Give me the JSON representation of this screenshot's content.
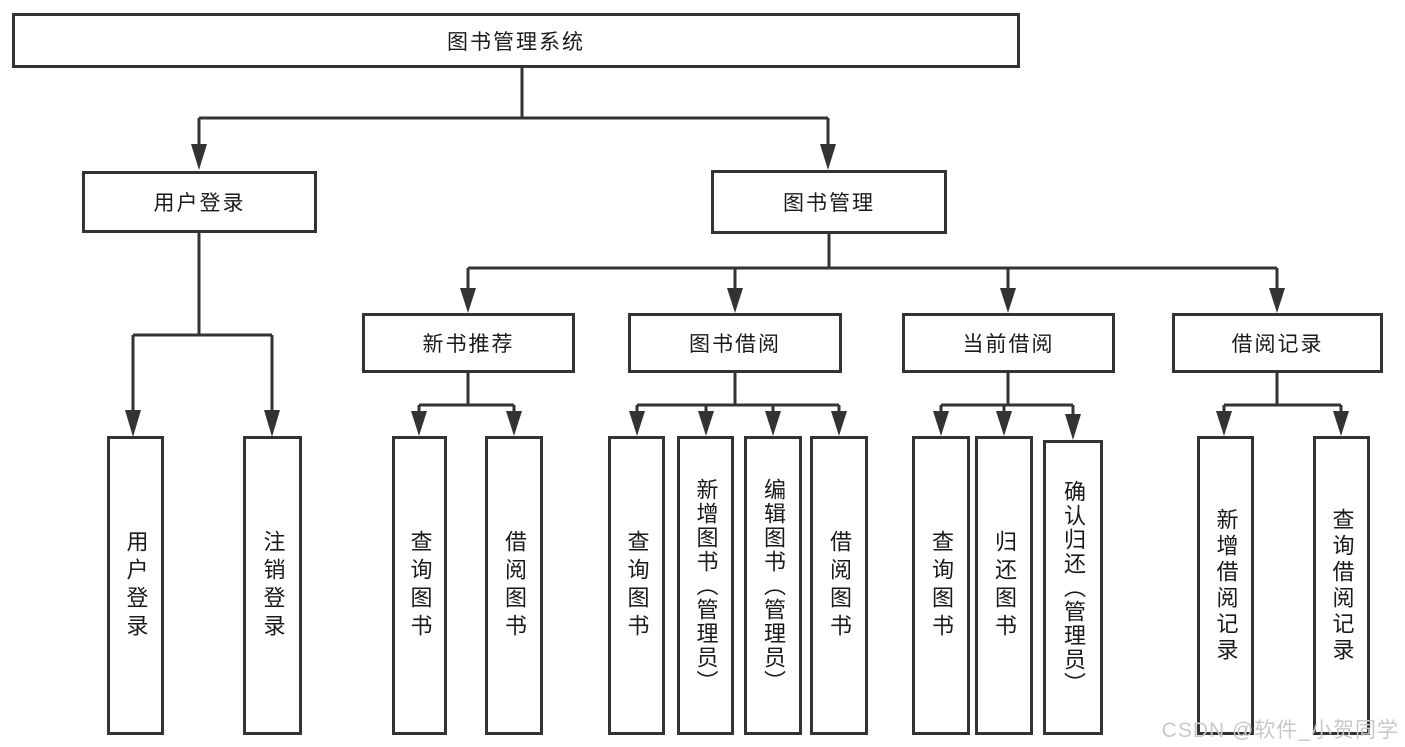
{
  "colors": {
    "line": "#333333",
    "box_border": "#333333",
    "text": "#1a1a1a",
    "background": "#ffffff",
    "watermark": "#c9c9c9"
  },
  "watermark": "CSDN @软件_小贺同学",
  "tree": {
    "root": {
      "label": "图书管理系统"
    },
    "branches": [
      {
        "label": "用户登录",
        "children": [
          {
            "label": "用户登录"
          },
          {
            "label": "注销登录"
          }
        ]
      },
      {
        "label": "图书管理",
        "children": [
          {
            "label": "新书推荐",
            "children": [
              {
                "label": "查询图书"
              },
              {
                "label": "借阅图书"
              }
            ]
          },
          {
            "label": "图书借阅",
            "children": [
              {
                "label": "查询图书"
              },
              {
                "label": "新增图书（管理员）"
              },
              {
                "label": "编辑图书（管理员）"
              },
              {
                "label": "借阅图书"
              }
            ]
          },
          {
            "label": "当前借阅",
            "children": [
              {
                "label": "查询图书"
              },
              {
                "label": "归还图书"
              },
              {
                "label": "确认归还（管理员）"
              }
            ]
          },
          {
            "label": "借阅记录",
            "children": [
              {
                "label": "新增借阅记录"
              },
              {
                "label": "查询借阅记录"
              }
            ]
          }
        ]
      }
    ]
  }
}
